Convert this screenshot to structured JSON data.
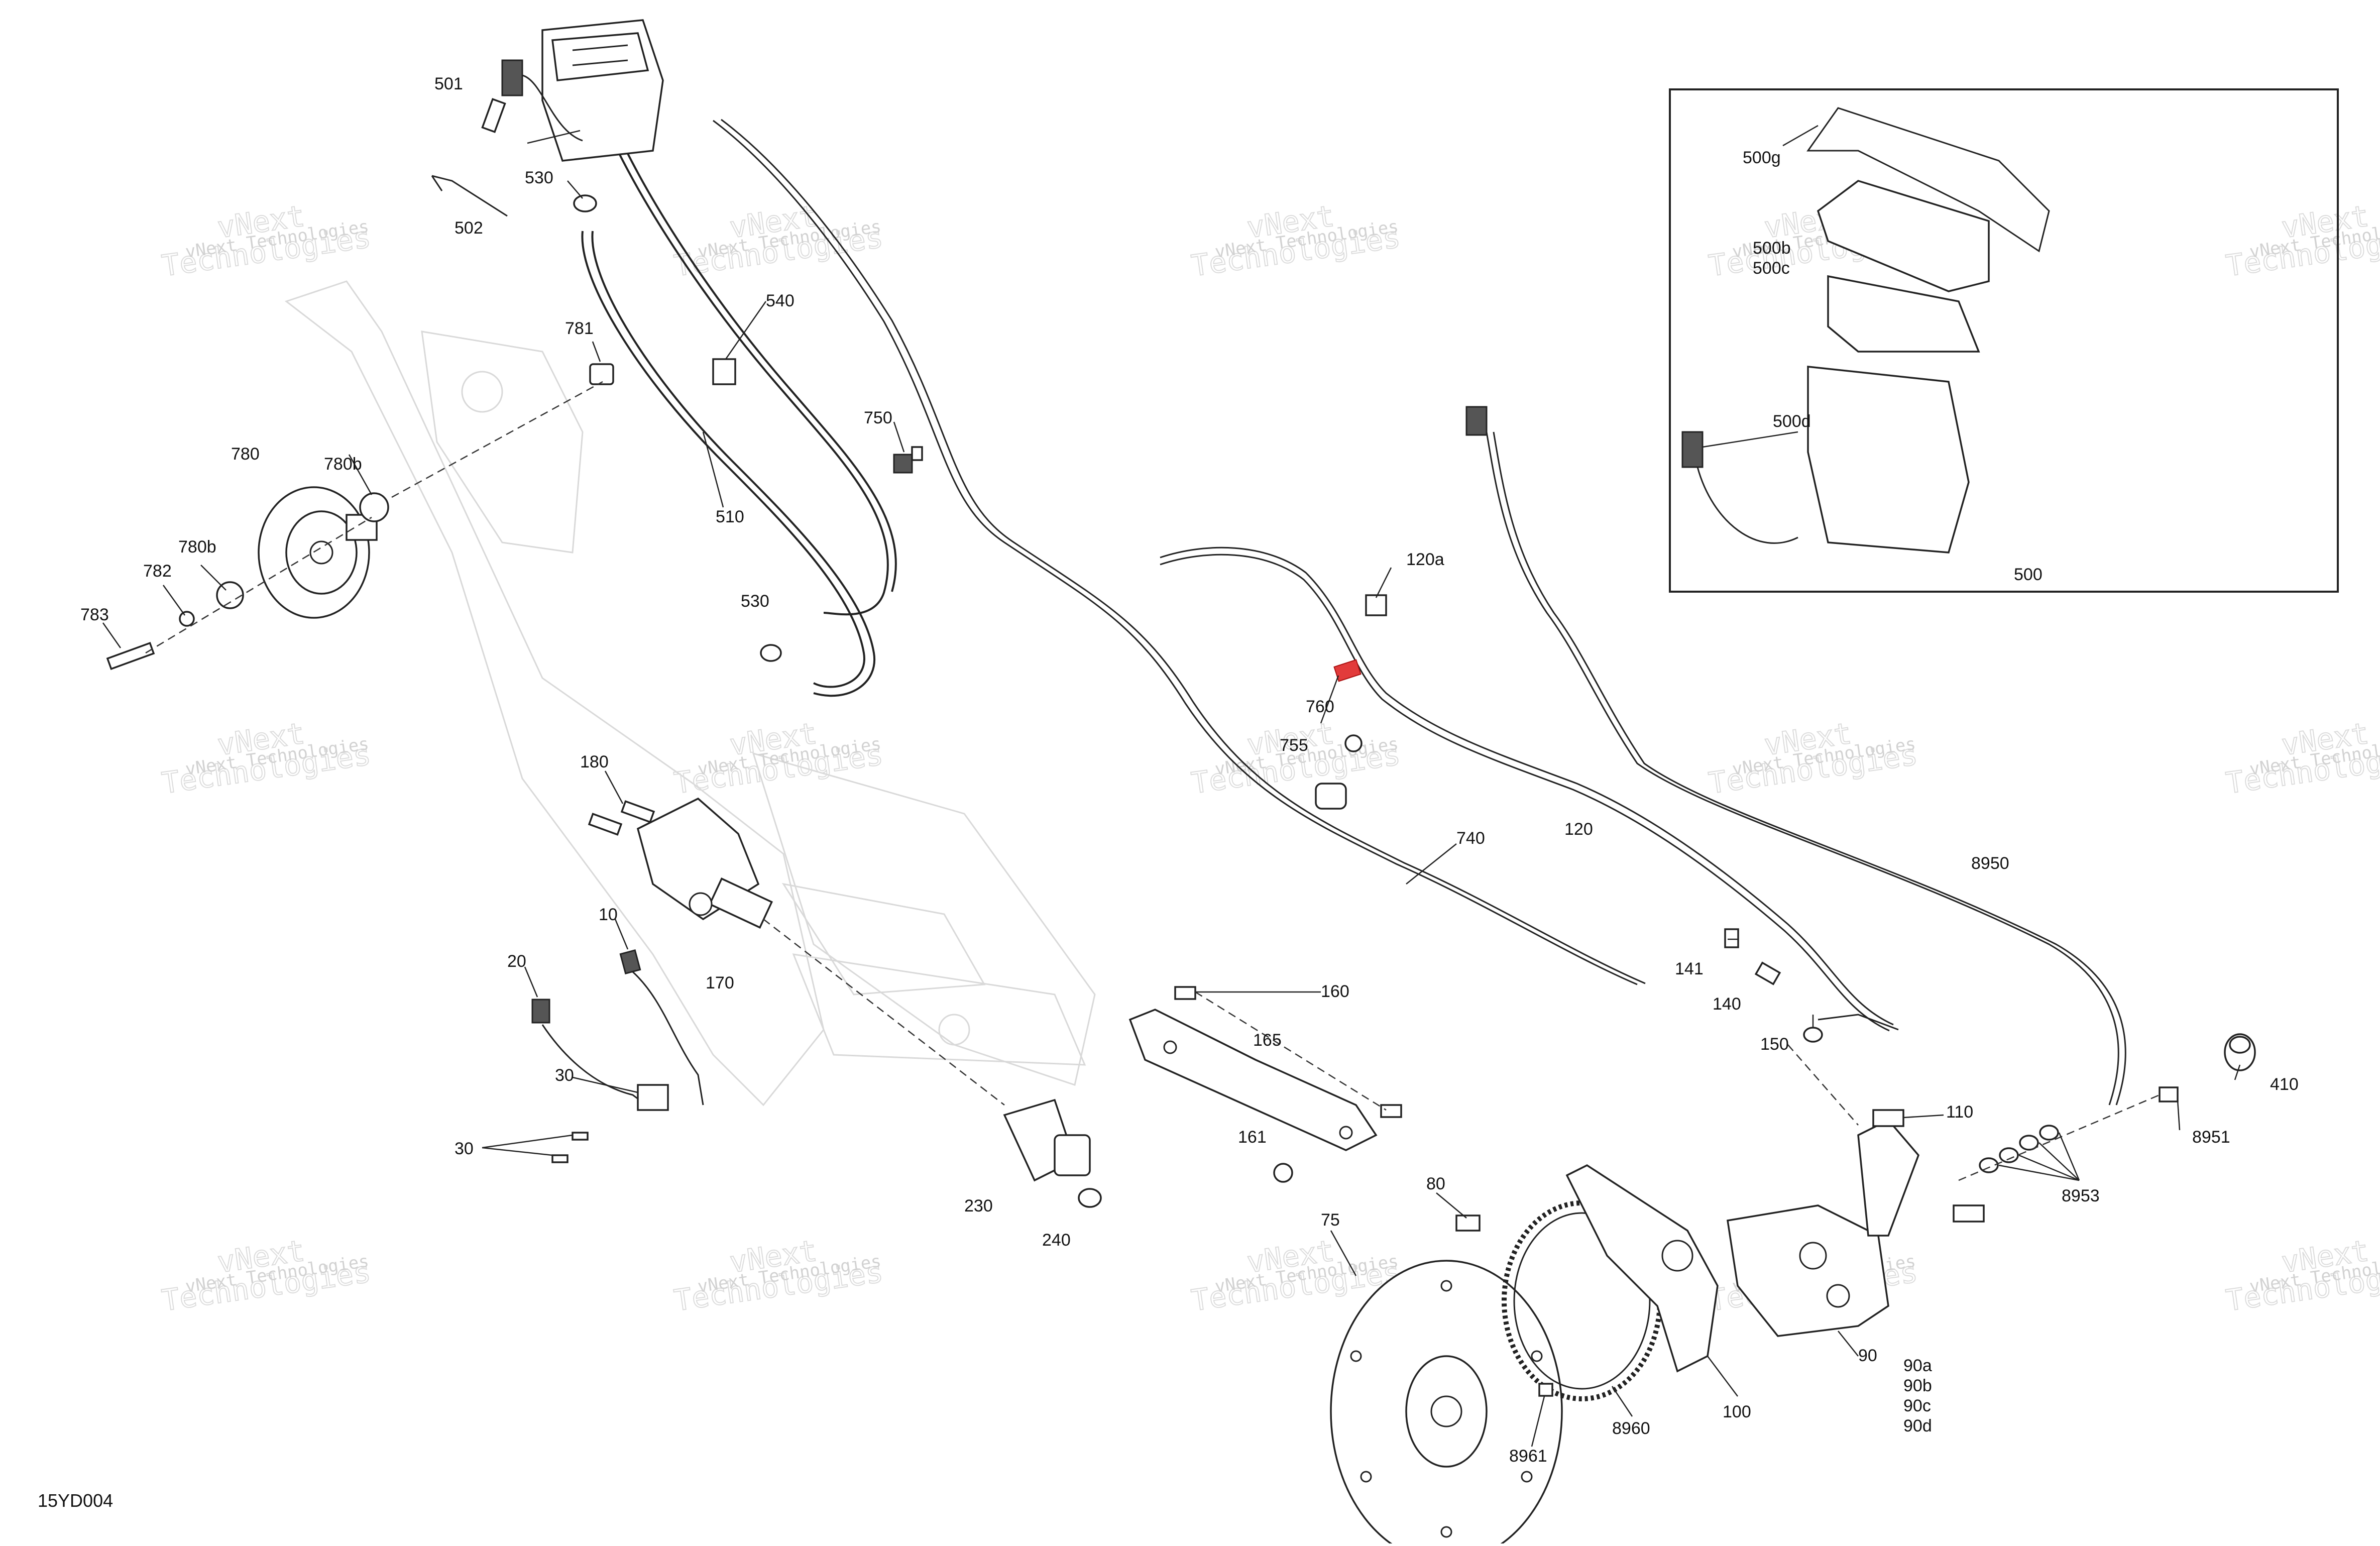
{
  "diagram_code": "15YD004",
  "watermark": {
    "line1": "vNext Technologies",
    "line2": "Technologies",
    "prefix": "vNext"
  },
  "callouts": {
    "c501": "501",
    "c502": "502",
    "c530a": "530",
    "c530b": "530",
    "c540": "540",
    "c510": "510",
    "c750": "750",
    "c781": "781",
    "c780": "780",
    "c780b1": "780b",
    "c780b2": "780b",
    "c782": "782",
    "c783": "783",
    "c180": "180",
    "c10": "10",
    "c170": "170",
    "c20": "20",
    "c30a": "30",
    "c30b": "30",
    "c230": "230",
    "c240": "240",
    "c120a": "120a",
    "c760": "760",
    "c755": "755",
    "c740": "740",
    "c120": "120",
    "c8950": "8950",
    "c141": "141",
    "c140": "140",
    "c150": "150",
    "c160": "160",
    "c165": "165",
    "c161": "161",
    "c410": "410",
    "c110": "110",
    "c8951": "8951",
    "c8953": "8953",
    "c80": "80",
    "c75": "75",
    "c8961": "8961",
    "c8960": "8960",
    "c100": "100",
    "c90": "90",
    "c90a": "90a",
    "c90b": "90b",
    "c90c": "90c",
    "c90d": "90d",
    "c500g": "500g",
    "c500b": "500b",
    "c500c": "500c",
    "c500d": "500d",
    "c500": "500"
  },
  "colors": {
    "line": "#222222",
    "highlight": "#e23b3b",
    "ghost": "#d9d9d9",
    "watermark": "#d2d2d2"
  }
}
